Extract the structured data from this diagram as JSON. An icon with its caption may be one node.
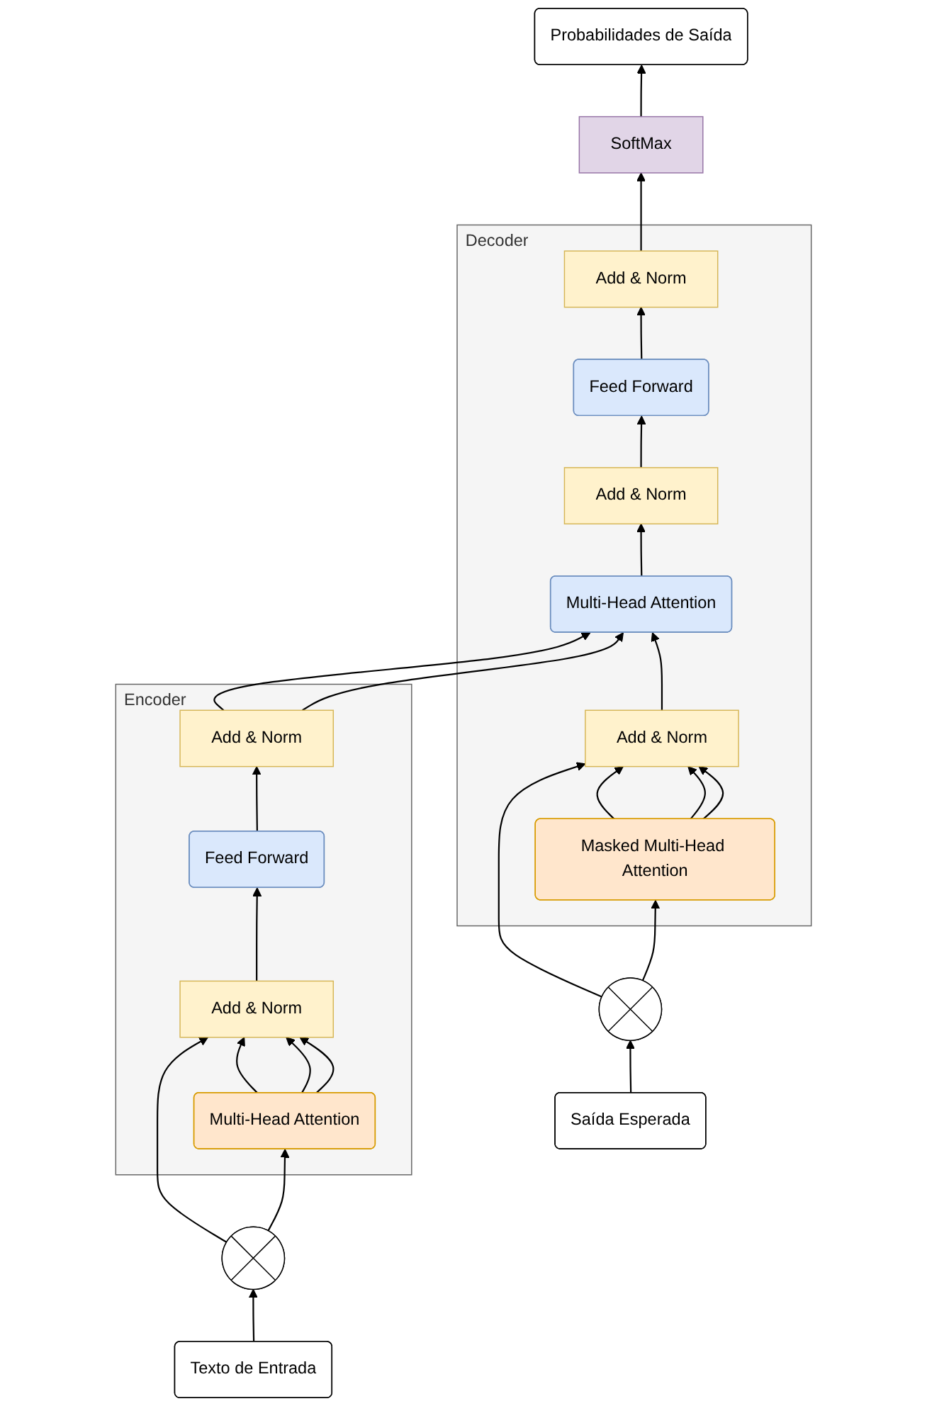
{
  "diagram": {
    "nodes": [
      {
        "text": [
          "Probabilidades de Saída"
        ]
      },
      {
        "text": [
          "SoftMax"
        ]
      },
      {
        "text": [
          "Decoder"
        ]
      },
      {
        "text": [
          "Add & Norm"
        ],
        "in": 2
      },
      {
        "text": [
          "Feed Forward"
        ],
        "in": 2
      },
      {
        "text": [
          "Add & Norm"
        ],
        "in": 2
      },
      {
        "text": [
          "Multi-Head Attention"
        ],
        "in": 2
      },
      {
        "text": [
          "Add & Norm"
        ],
        "in": 2
      },
      {
        "text": [
          "Masked Multi-Head Attention"
        ],
        "in": 2
      },
      {
        "text": [
          "Encoder"
        ]
      },
      {
        "text": [
          "Add & Norm"
        ],
        "in": 9
      },
      {
        "text": [
          "Feed Forward"
        ],
        "in": 9
      },
      {
        "text": [
          "Add & Norm"
        ],
        "in": 9
      },
      {
        "text": [
          "Multi-Head Attention"
        ],
        "in": 9
      },
      {
        "text": [],
        "shape": "circle"
      },
      {
        "text": [],
        "shape": "circle"
      },
      {
        "text": [
          "Texto de Entrada"
        ]
      },
      {
        "text": [
          "Saída Esperada"
        ]
      }
    ],
    "edges": [
      {
        "from": 16,
        "to": 14,
        "arrow": "to"
      },
      {
        "from": 14,
        "to": 13,
        "arrow": "to"
      },
      {
        "from": 14,
        "to": 12,
        "arrow": "to"
      },
      {
        "from": 13,
        "to": 12,
        "arrow": "to"
      },
      {
        "from": 13,
        "to": 12,
        "arrow": "to"
      },
      {
        "from": 13,
        "to": 12,
        "arrow": "to"
      },
      {
        "from": 12,
        "to": 11,
        "arrow": "to"
      },
      {
        "from": 11,
        "to": 10,
        "arrow": "to"
      },
      {
        "from": 10,
        "to": 6,
        "arrow": "to"
      },
      {
        "from": 10,
        "to": 6,
        "arrow": "to"
      },
      {
        "from": 17,
        "to": 15,
        "arrow": "to"
      },
      {
        "from": 15,
        "to": 8,
        "arrow": "to"
      },
      {
        "from": 15,
        "to": 7,
        "arrow": "to"
      },
      {
        "from": 8,
        "to": 7,
        "arrow": "to"
      },
      {
        "from": 8,
        "to": 7,
        "arrow": "to"
      },
      {
        "from": 8,
        "to": 7,
        "arrow": "to"
      },
      {
        "from": 7,
        "to": 6,
        "arrow": "to"
      },
      {
        "from": 6,
        "to": 5,
        "arrow": "to"
      },
      {
        "from": 5,
        "to": 4,
        "arrow": "to"
      },
      {
        "from": 4,
        "to": 3,
        "arrow": "to"
      },
      {
        "from": 3,
        "to": 1,
        "arrow": "to"
      },
      {
        "from": 1,
        "to": 0,
        "arrow": "to"
      }
    ]
  }
}
